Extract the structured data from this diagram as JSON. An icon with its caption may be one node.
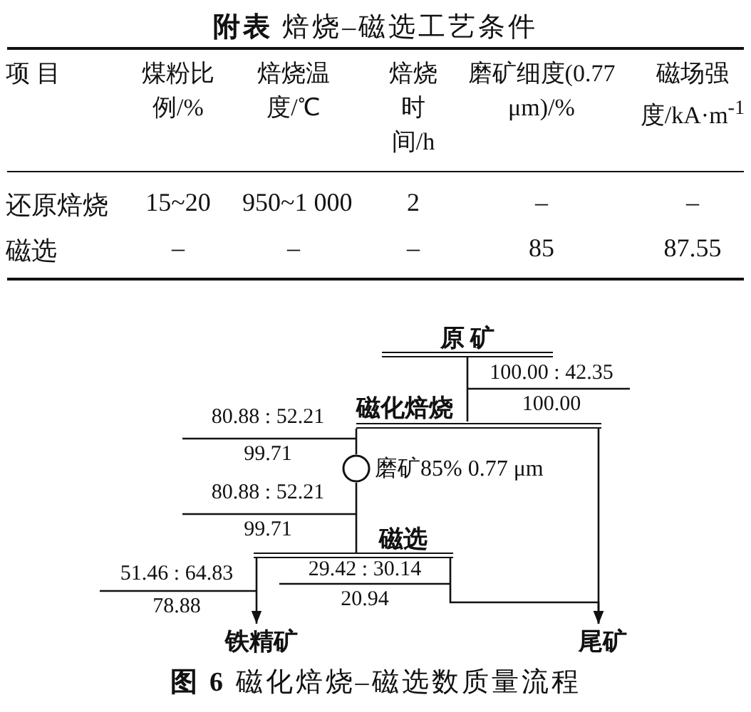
{
  "diagram": {
    "title": "**附表** 焙烧–磁选工艺条件",
    "caption": "**图 6** 磁化焙烧–磁选数质量流程",
    "nodes": [
      {
        "text": [
          "原 矿"
        ]
      },
      {
        "text": [
          "磁化焙烧"
        ]
      },
      {
        "text": [],
        "shape": "circle",
        "beside": [
          "磨矿85% 0.77 μm"
        ]
      },
      {
        "text": [
          "磁选"
        ]
      },
      {
        "text": [
          "铁精矿"
        ]
      },
      {
        "text": [
          "尾矿"
        ]
      }
    ],
    "edges": [
      {
        "from": 0,
        "to": 1,
        "arrow": "none"
      },
      {
        "from": 1,
        "to": 2,
        "arrow": "none"
      },
      {
        "from": 2,
        "to": 3,
        "arrow": "none"
      },
      {
        "from": 3,
        "to": 4,
        "arrow": "to"
      },
      {
        "from": 3,
        "to": 5,
        "arrow": "to"
      },
      {
        "from": 1,
        "to": 5,
        "arrow": "to"
      }
    ],
    "labels": [
      "项 目",
      "煤粉比例/%",
      "焙烧温度/℃",
      "焙烧时间/h",
      "磨矿细度(0.77 μm)/%",
      "磁场强度/kA·m$^{-1}$",
      "还原焙烧",
      "15~20",
      "950~1 000",
      "2",
      "–",
      "–",
      "磁选",
      "–",
      "–",
      "–",
      "85",
      "87.55",
      "100.00 : 42.35",
      "100.00",
      "80.88 : 52.21",
      "99.71",
      "80.88 : 52.21",
      "99.71",
      "51.46 : 64.83",
      "78.88",
      "29.42 : 30.14",
      "20.94"
    ]
  }
}
